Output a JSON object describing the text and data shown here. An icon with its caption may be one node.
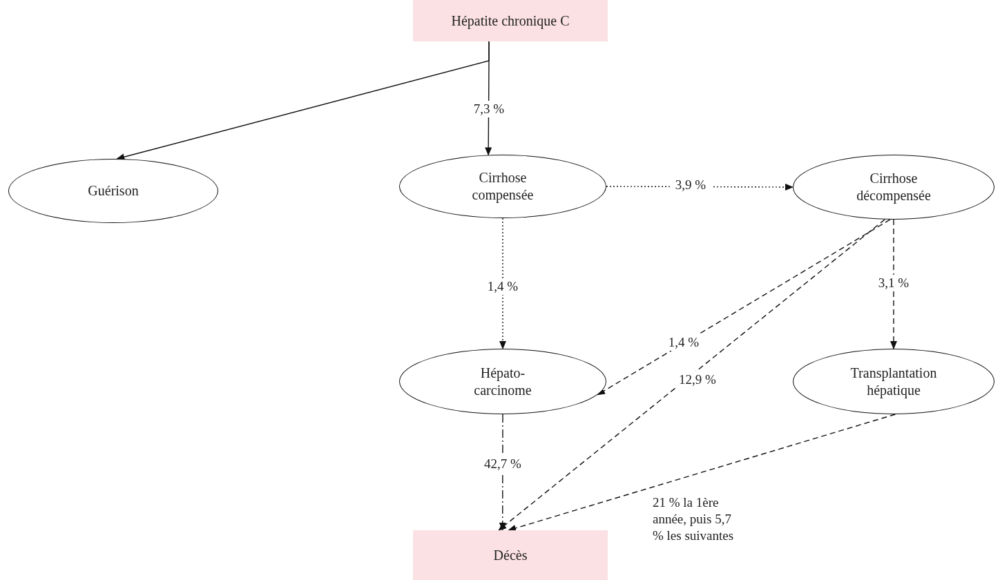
{
  "diagram": {
    "nodes": [
      {
        "text": [
          "Hépatite chronique C"
        ]
      },
      {
        "text": [
          "Guérison"
        ]
      },
      {
        "text": [
          "Cirrhose compensée"
        ]
      },
      {
        "text": [
          "Cirrhose décompensée"
        ]
      },
      {
        "text": [
          "Hépato- carcinome"
        ]
      },
      {
        "text": [
          "Transplantation hépatique"
        ]
      },
      {
        "text": [
          "Décès"
        ]
      }
    ],
    "edges": [
      {
        "from": 0,
        "to": 1,
        "arrow": "to"
      },
      {
        "from": 0,
        "to": 2,
        "arrow": "to",
        "label": "7,3 %"
      },
      {
        "from": 2,
        "to": 3,
        "arrow": "to",
        "label": "3,9 %",
        "style": "dashed"
      },
      {
        "from": 2,
        "to": 4,
        "arrow": "to",
        "label": "1,4 %",
        "style": "dashed"
      },
      {
        "from": 3,
        "to": 4,
        "arrow": "to",
        "label": "1,4 %",
        "style": "dashed"
      },
      {
        "from": 3,
        "to": 6,
        "arrow": "to",
        "label": "12,9 %",
        "style": "dashed"
      },
      {
        "from": 3,
        "to": 5,
        "arrow": "to",
        "label": "3,1 %",
        "style": "dashed"
      },
      {
        "from": 4,
        "to": 6,
        "arrow": "to",
        "label": "42,7 %",
        "style": "dashed"
      },
      {
        "from": 5,
        "to": 6,
        "arrow": "to",
        "label": "21 % la 1ère année, puis 5,7 % les suivantes",
        "style": "dashed"
      }
    ]
  }
}
